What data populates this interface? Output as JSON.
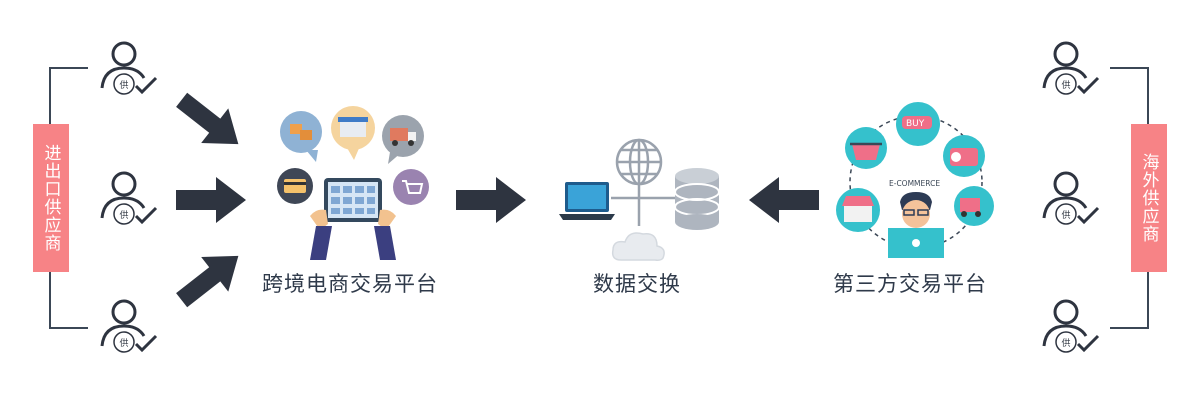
{
  "colors": {
    "dark": "#2e3440",
    "accent": "#f78386",
    "line": "#3b4756"
  },
  "left_group": {
    "label": "进出口供应商"
  },
  "right_group": {
    "label": "海外供应商"
  },
  "supplier_seal": "供",
  "nodes": {
    "platform": {
      "caption": "跨境电商交易平台"
    },
    "exchange": {
      "caption": "数据交换"
    },
    "third_party": {
      "caption": "第三方交易平台",
      "badge": "E-COMMERCE",
      "buy_tag": "BUY"
    }
  }
}
